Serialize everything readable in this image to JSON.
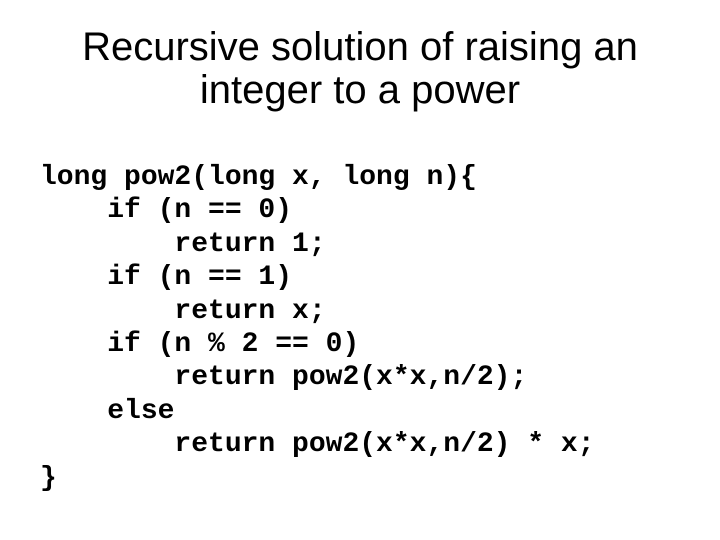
{
  "slide": {
    "title_lines": [
      "Recursive solution of raising an",
      "integer to a power"
    ],
    "code": "long pow2(long x, long n){\n    if (n == 0)\n        return 1;\n    if (n == 1)\n        return x;\n    if (n % 2 == 0)\n        return pow2(x*x,n/2);\n    else\n        return pow2(x*x,n/2) * x;\n}",
    "colors": {
      "background": "#ffffff",
      "text": "#000000"
    }
  }
}
